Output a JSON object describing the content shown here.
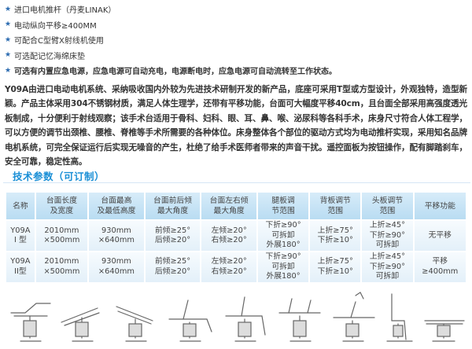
{
  "features": [
    {
      "text": "进口电机推杆（丹麦LINAK）",
      "bold": false
    },
    {
      "text": "电动纵向平移≥400MM",
      "bold": false
    },
    {
      "text": "可配合C型臂X射线机使用",
      "bold": false
    },
    {
      "text": "可选配记忆海绵床垫",
      "bold": false
    },
    {
      "text": "可选有内置应急电源，应急电源可自动充电，电源断电时，应急电源可自动流转至工作状态。",
      "bold": true
    }
  ],
  "description": "Y09A由进口电动电机系统、采纳吸收国内外较为先进技术研制开发的新产品，底座可采用T型或方型设计，外观独特，造型新颖。产品主体采用304不锈钢材质，满足人体生理学，还带有平移功能，台面可大幅度平移40cm，且台面全部采用高强度透光板制成，十分便利于射线观察；该手术台适用于骨科、妇科、眼、耳、鼻、喉、泌尿科等各科手术，床身尺寸符合人体工程学，可以方便的调节出颈椎、腰椎、脊椎等手术所需要的各种体位。床身整体各个部位的驱动方式均为电动推杆实现，采用知名品牌电机系统，可完全保证运行后实现无噪音的产生，杜绝了给手术医师者带来的声音干扰。遥控面板为按钮操作，配有脚踏刹车，安全可靠，稳定性高。",
  "params_title": "技术参数（可订制）",
  "table": {
    "headers": [
      "名称",
      "台面长度\n及宽度",
      "台面最高\n及最低高度",
      "台面前后倾\n最大角度",
      "台面左右倾\n最大角度",
      "腿板调\n节范围",
      "背板调节\n范围",
      "头板调节\n范围",
      "平移功能"
    ],
    "rows": [
      [
        "Y09A\nI 型",
        "2010mm\n×500mm",
        "930mm\n×640mm",
        "前倾≥25°\n后倾≥20°",
        "左倾≥20°\n右倾≥20°",
        "下折≥90°\n可拆卸\n外展180°",
        "上折≥75°\n下折≥10°",
        "上折≥45°\n下折≥90°\n可拆卸",
        "无平移"
      ],
      [
        "Y09A\nII型",
        "2010mm\n×500mm",
        "930mm\n×640mm",
        "前倾≥25°\n后倾≥20°",
        "左倾≥20°\n右倾≥20°",
        "下折≥90°\n可拆卸\n外展180°",
        "上折≥75°\n下折≥10°",
        "上折≥45°\n下折≥90°\n可拆卸",
        "平移\n≥400mm"
      ]
    ]
  },
  "colors": {
    "accent": "#1a8fd6",
    "star": "#2b6bb0",
    "header_bg": "#c6e3f5",
    "cell_bg": "#eef6fc"
  }
}
